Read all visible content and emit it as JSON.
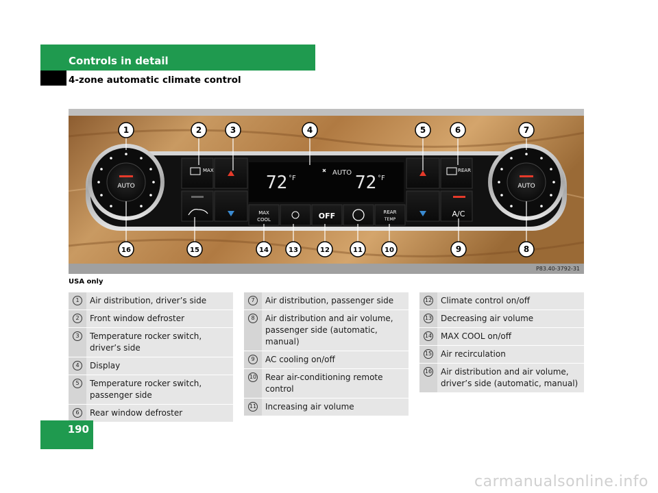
{
  "header": {
    "section": "Controls in detail",
    "subtitle": "4-zone automatic climate control"
  },
  "image": {
    "code": "P83.40-3792-31",
    "callouts": [
      "1",
      "2",
      "3",
      "4",
      "5",
      "6",
      "7",
      "8",
      "9",
      "10",
      "11",
      "12",
      "13",
      "14",
      "15",
      "16"
    ],
    "display": {
      "left_temp": "72",
      "right_temp": "72",
      "unit": "°F",
      "mode": "AUTO"
    },
    "buttons": {
      "max_def": "MAX",
      "rear_def": "REAR",
      "max_cool_1": "MAX",
      "max_cool_2": "COOL",
      "off": "OFF",
      "rear_temp_1": "REAR",
      "rear_temp_2": "TEMP",
      "ac": "A/C",
      "auto_left": "AUTO",
      "auto_right": "AUTO"
    }
  },
  "caption": "USA only",
  "tables": [
    [
      {
        "num": "1",
        "text": "Air distribution, driver’s side"
      },
      {
        "num": "2",
        "text": "Front window defroster"
      },
      {
        "num": "3",
        "text": "Temperature rocker switch, driver’s side"
      },
      {
        "num": "4",
        "text": "Display"
      },
      {
        "num": "5",
        "text": "Temperature rocker switch, passenger side"
      },
      {
        "num": "6",
        "text": "Rear window defroster"
      }
    ],
    [
      {
        "num": "7",
        "text": "Air distribution, passenger side"
      },
      {
        "num": "8",
        "text": "Air distribution and air volume, passenger side (automatic, manual)"
      },
      {
        "num": "9",
        "text": "AC cooling on/off"
      },
      {
        "num": "10",
        "text": "Rear air-conditioning remote control"
      },
      {
        "num": "11",
        "text": "Increasing air volume"
      }
    ],
    [
      {
        "num": "12",
        "text": "Climate control on/off"
      },
      {
        "num": "13",
        "text": "Decreasing air volume"
      },
      {
        "num": "14",
        "text": "MAX COOL on/off"
      },
      {
        "num": "15",
        "text": "Air recirculation"
      },
      {
        "num": "16",
        "text": "Air distribution and air volume, driver’s side (automatic, manual)"
      }
    ]
  ],
  "page": {
    "number": "190"
  },
  "watermark": "carmanualsonline.info"
}
